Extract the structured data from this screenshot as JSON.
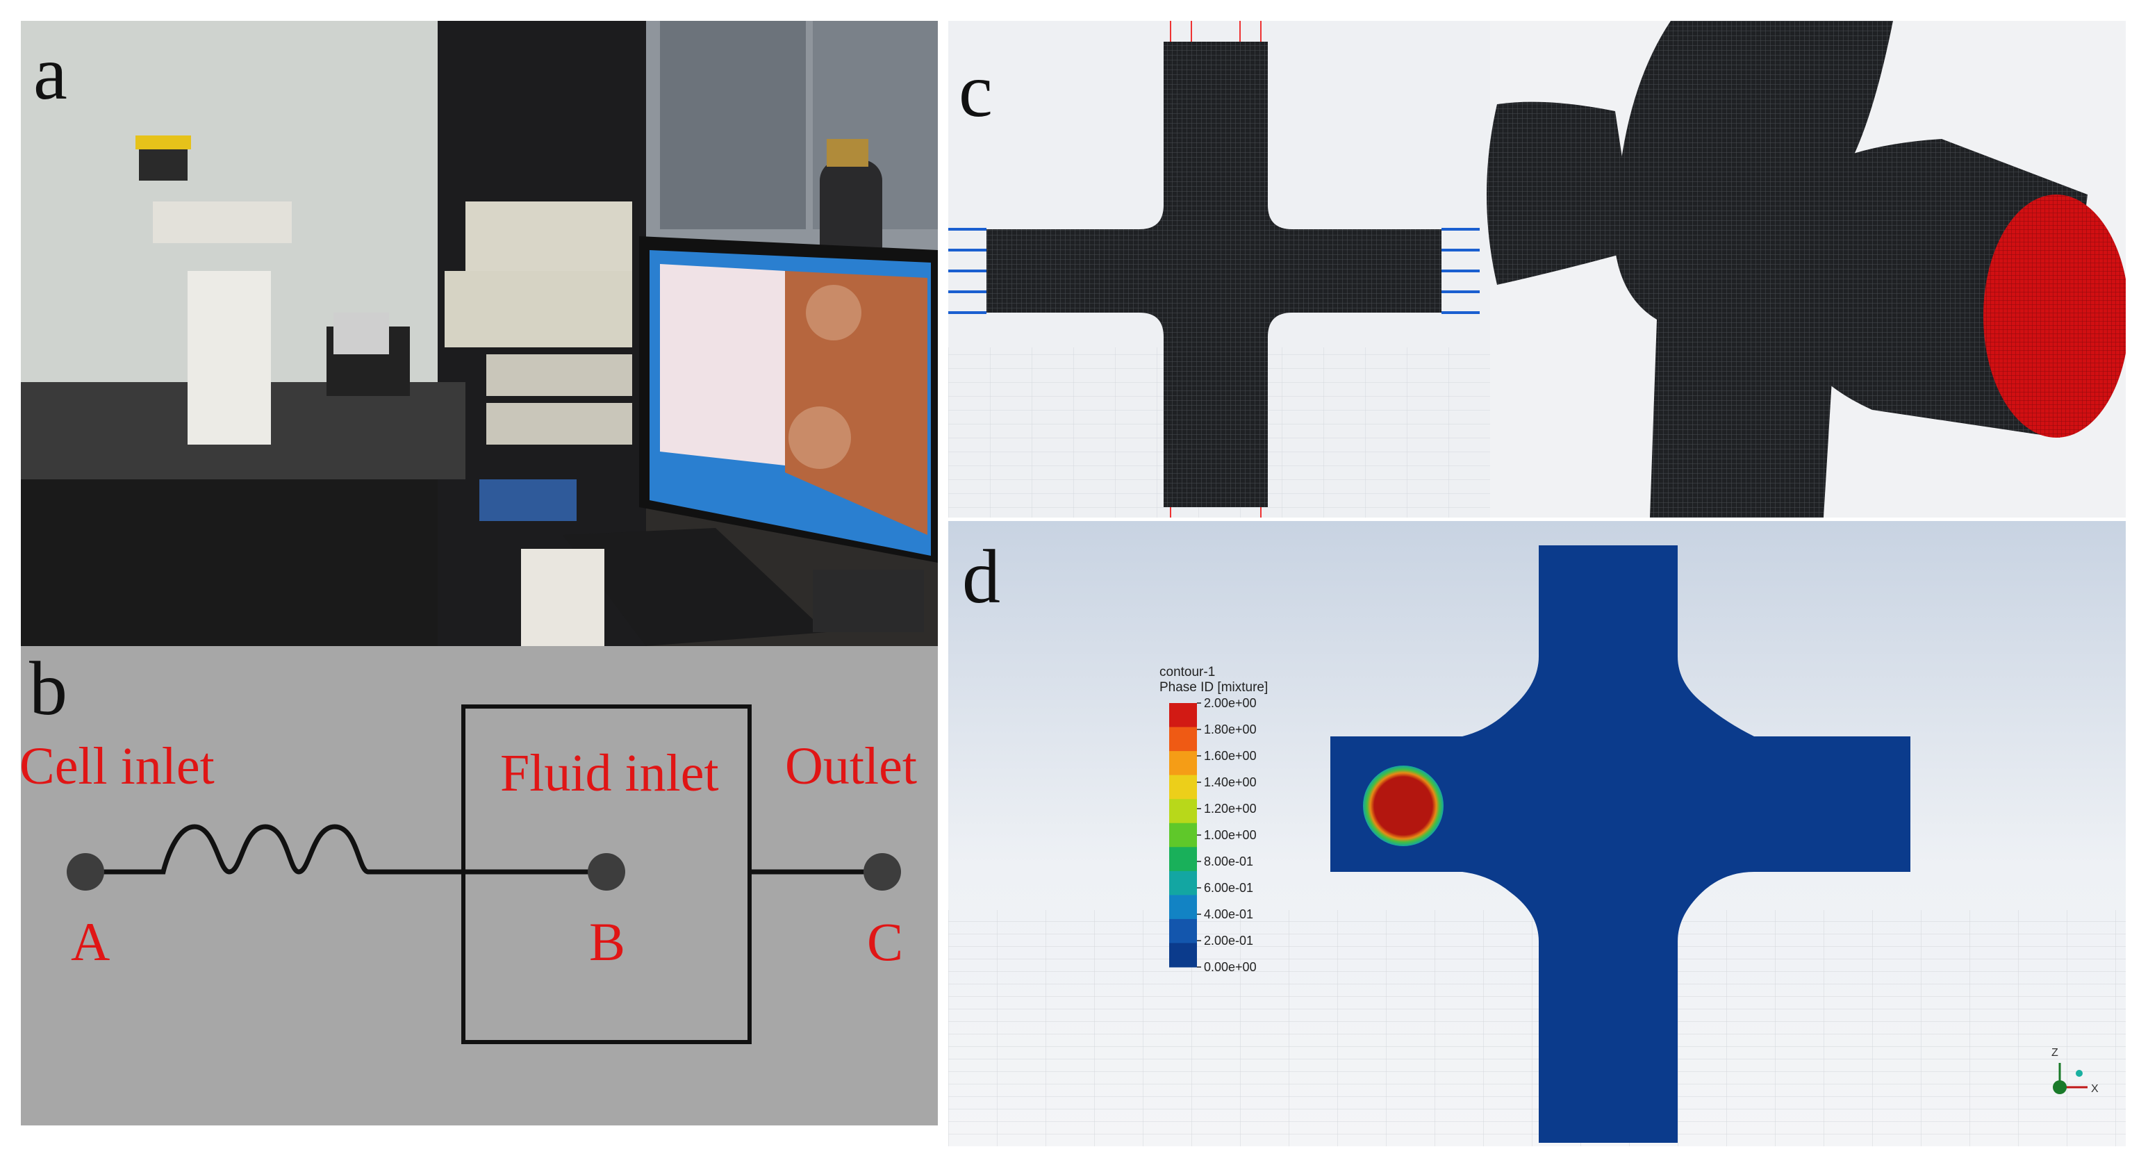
{
  "panels": {
    "a": {
      "label": "a"
    },
    "b": {
      "label": "b",
      "cell_inlet": "Cell inlet",
      "fluid_inlet": "Fluid inlet",
      "outlet": "Outlet",
      "point_a": "A",
      "point_b": "B",
      "point_c": "C"
    },
    "c": {
      "label": "c"
    },
    "d": {
      "label": "d",
      "legend_title_1": "contour-1",
      "legend_title_2": "Phase ID [mixture]",
      "legend_ticks": [
        "2.00e+00",
        "1.80e+00",
        "1.60e+00",
        "1.40e+00",
        "1.20e+00",
        "1.00e+00",
        "8.00e-01",
        "6.00e-01",
        "4.00e-01",
        "2.00e-01",
        "0.00e+00"
      ],
      "legend_colors": [
        "#d21a14",
        "#ef5a14",
        "#f59d16",
        "#eccf1a",
        "#b8d81a",
        "#5fc82a",
        "#19b05a",
        "#13a6a2",
        "#1283c4",
        "#1356ad",
        "#0b3b8c"
      ],
      "axis_x": "X",
      "axis_z": "Z"
    }
  },
  "colors": {
    "annotation_red": "#e01515",
    "mesh_dark": "#1f2124",
    "mesh_line": "#4a4d52",
    "outlet_red": "#d10f12",
    "flow_blue": "#0b3b8c",
    "droplet_red": "#b3160f"
  }
}
